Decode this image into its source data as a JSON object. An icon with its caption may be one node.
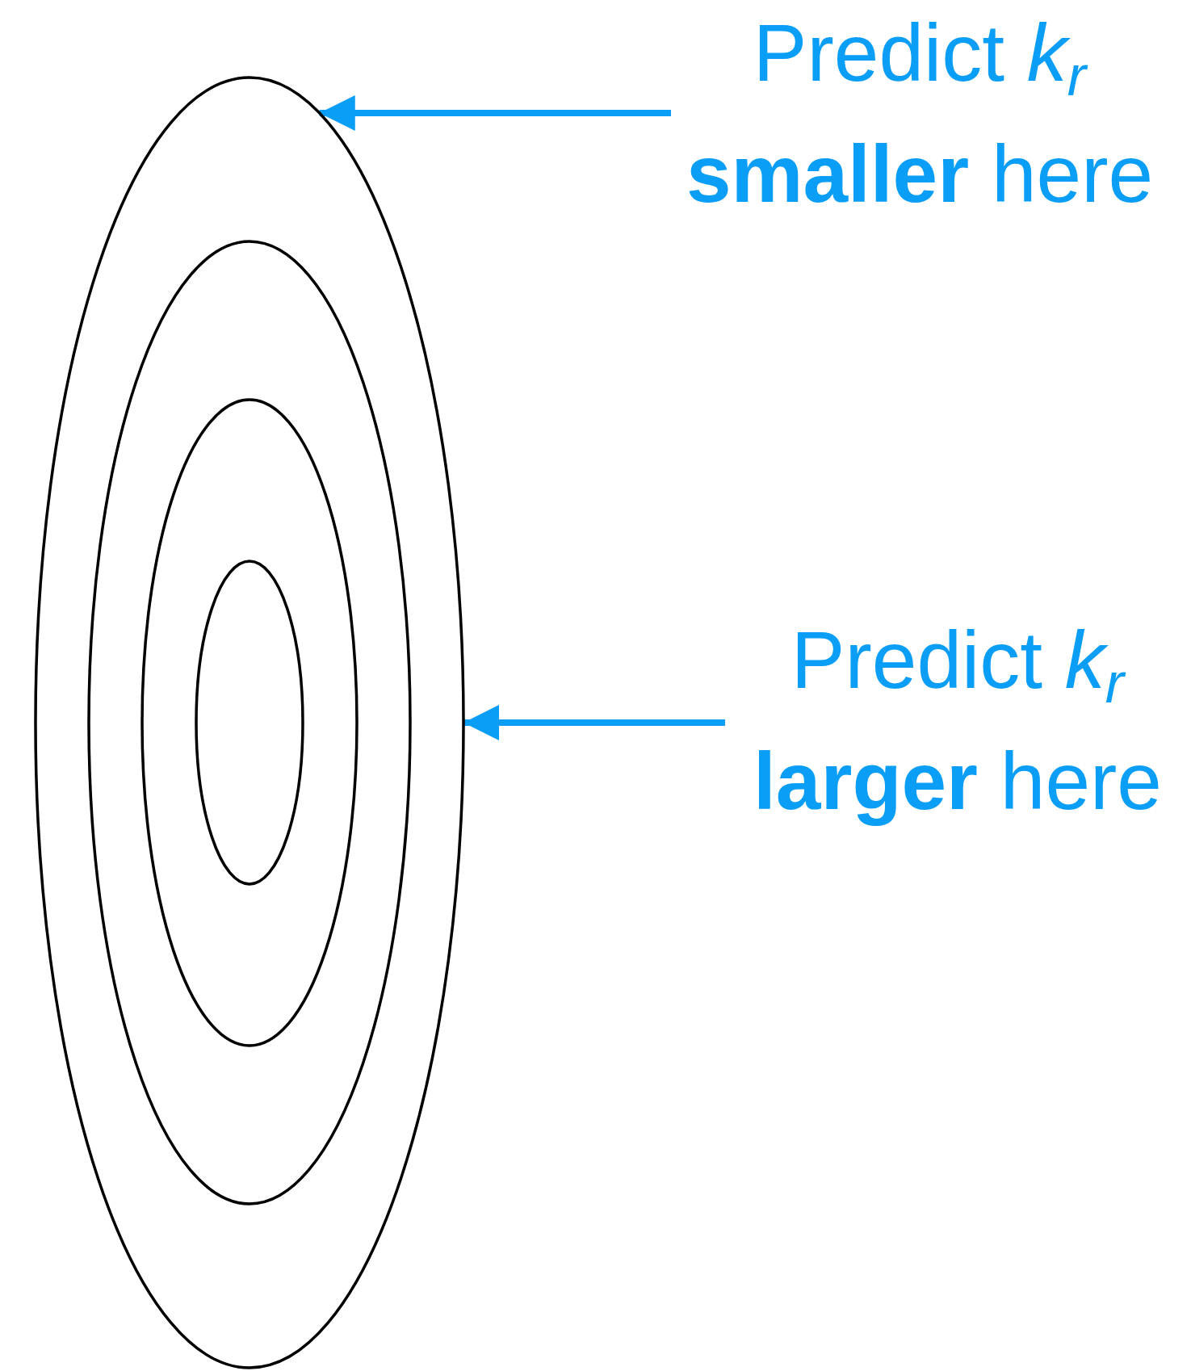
{
  "diagram": {
    "nodes": [
      {
        "text": [],
        "shape": "ellipse"
      },
      {
        "text": [],
        "shape": "ellipse",
        "in": 0
      },
      {
        "text": [],
        "shape": "ellipse",
        "in": 1
      },
      {
        "text": [],
        "shape": "ellipse",
        "in": 2
      },
      {
        "text": [
          "Predict *k*$_{r}$ **smaller** here"
        ]
      },
      {
        "text": [
          "Predict *k*$_{r}$ **larger** here"
        ]
      }
    ],
    "edges": [
      {
        "from": 4,
        "to": 0,
        "arrow": "to"
      },
      {
        "from": 5,
        "to": 0,
        "arrow": "to"
      }
    ]
  }
}
